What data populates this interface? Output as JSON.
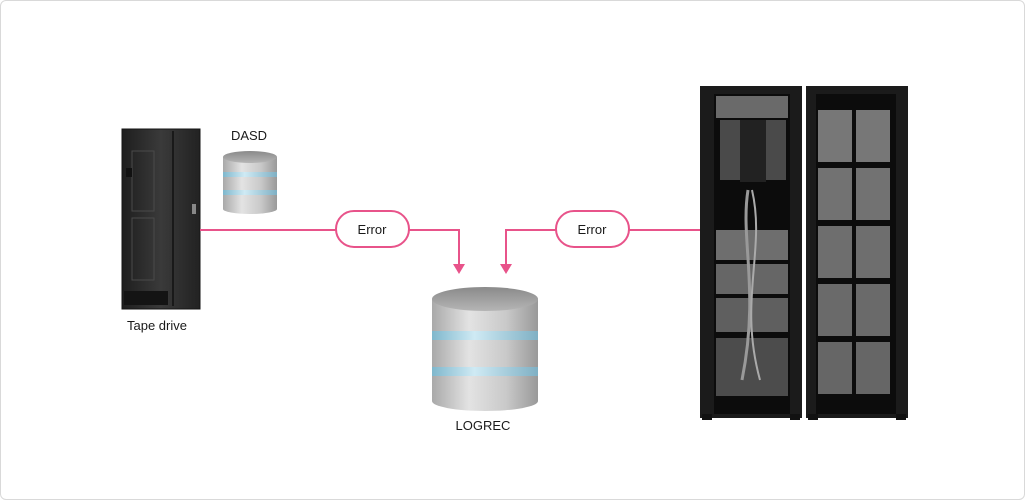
{
  "nodes": {
    "tape_drive": {
      "label": "Tape drive",
      "icon": "tape-drive-cabinet-icon"
    },
    "dasd": {
      "label": "DASD",
      "icon": "disk-stack-icon"
    },
    "logrec": {
      "label": "LOGREC",
      "icon": "database-icon"
    },
    "mainframe": {
      "icon": "server-rack-icon"
    }
  },
  "edges": [
    {
      "from": "tape_drive",
      "to": "logrec",
      "label": "Error"
    },
    {
      "from": "mainframe",
      "to": "logrec",
      "label": "Error"
    }
  ],
  "colors": {
    "connector": "#e8538a",
    "cabinet": "#2e2e2e",
    "disk_body": "#c8c8c8",
    "disk_band": "#9ed1e6"
  }
}
